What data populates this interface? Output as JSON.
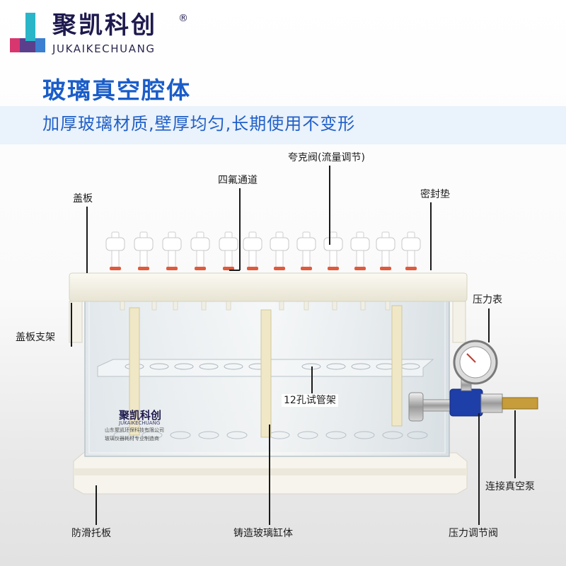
{
  "brand": {
    "name_cn": "聚凯科创",
    "registered_mark": "®",
    "name_en": "JUKAIKECHUANG",
    "colors": {
      "navy": "#1e1a4e",
      "teal": "#2ab6c8",
      "pink": "#d8366e",
      "purple": "#5b3f8c"
    }
  },
  "heading": {
    "title": "玻璃真空腔体",
    "subtitle": "加厚玻璃材质,壁厚均匀,长期使用不变形",
    "title_color": "#1a5dc9"
  },
  "callouts": {
    "cover_plate": "盖板",
    "ptfe_channel": "四氟通道",
    "stopcock": "夸克阀(流量调节)",
    "seal_gasket": "密封垫",
    "pressure_gauge": "压力表",
    "cover_support": "盖板支架",
    "test_tube_rack": "12孔试管架",
    "vacuum_pump_connector": "连接真空泵",
    "antislip_tray": "防滑托板",
    "cast_glass_tank": "铸造玻璃缸体",
    "pressure_valve": "压力调节阀"
  },
  "product_markings": {
    "logo_text": "聚凯科创",
    "logo_en": "JUKAIKECHUANG",
    "company_line1": "山东聚凯环保科技有限公司",
    "company_line2": "玻璃仪器耗材专业制造商"
  },
  "icons": [
    "logo-mark-icon"
  ]
}
